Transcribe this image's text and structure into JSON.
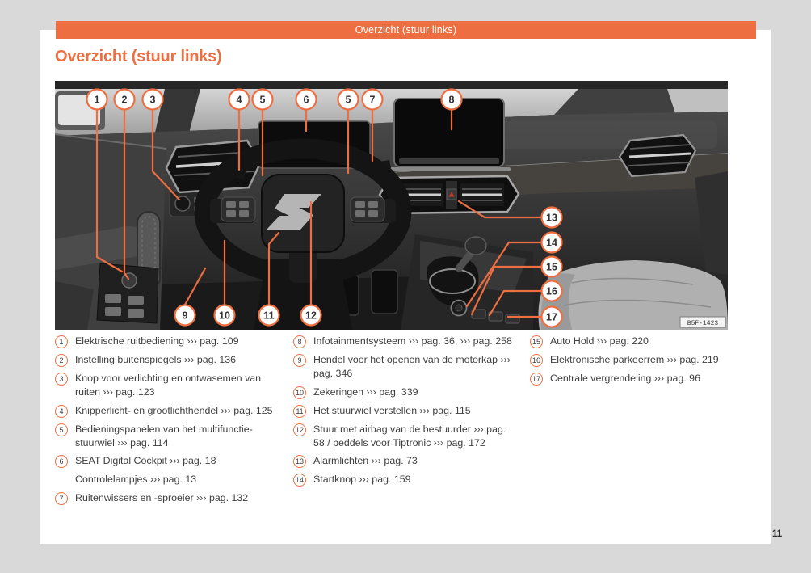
{
  "page": {
    "header_bar_label": "Overzicht (stuur links)",
    "title": "Overzicht (stuur links)",
    "page_number": "11",
    "figure_code": "B5F-1423"
  },
  "colors": {
    "accent_orange": "#ED6F41",
    "outer_background": "#D9D9D9",
    "paper": "#FFFFFF",
    "body_text": "#3F3F3F"
  },
  "figure": {
    "callouts": [
      "1",
      "2",
      "3",
      "4",
      "5",
      "6",
      "5",
      "7",
      "8",
      "9",
      "10",
      "11",
      "12",
      "13",
      "14",
      "15",
      "16",
      "17"
    ]
  },
  "legend": {
    "col1": [
      {
        "n": "1",
        "t": "Elektrische ruitbediening ››› pag. 109"
      },
      {
        "n": "2",
        "t": "Instelling buitenspiegels ››› pag. 136"
      },
      {
        "n": "3",
        "t": "Knop voor verlichting en ontwasemen van ruiten ››› pag. 123"
      },
      {
        "n": "4",
        "t": "Knipperlicht- en grootlichthendel ››› pag. 125"
      },
      {
        "n": "5",
        "t": "Bedieningspanelen van het multifunctie-stuurwiel ››› pag. 114"
      },
      {
        "n": "6",
        "t": "SEAT Digital Cockpit ››› pag. 18"
      },
      {
        "n": "",
        "t": "Controlelampjes ››› pag. 13"
      },
      {
        "n": "7",
        "t": "Ruitenwissers en -sproeier ››› pag. 132"
      }
    ],
    "col2": [
      {
        "n": "8",
        "t": "Infotainmentsysteem ››› pag. 36, ››› pag. 258"
      },
      {
        "n": "9",
        "t": "Hendel voor het openen van de motorkap ››› pag. 346"
      },
      {
        "n": "10",
        "t": "Zekeringen ››› pag. 339"
      },
      {
        "n": "11",
        "t": "Het stuurwiel verstellen ››› pag. 115"
      },
      {
        "n": "12",
        "t": "Stuur met airbag van de bestuurder ››› pag. 58 / peddels voor Tiptronic ››› pag. 172"
      },
      {
        "n": "13",
        "t": "Alarmlichten ››› pag. 73"
      },
      {
        "n": "14",
        "t": "Startknop ››› pag. 159"
      }
    ],
    "col3": [
      {
        "n": "15",
        "t": "Auto Hold ››› pag. 220"
      },
      {
        "n": "16",
        "t": "Elektronische parkeerrem ››› pag. 219"
      },
      {
        "n": "17",
        "t": "Centrale vergrendeling ››› pag. 96"
      }
    ]
  }
}
